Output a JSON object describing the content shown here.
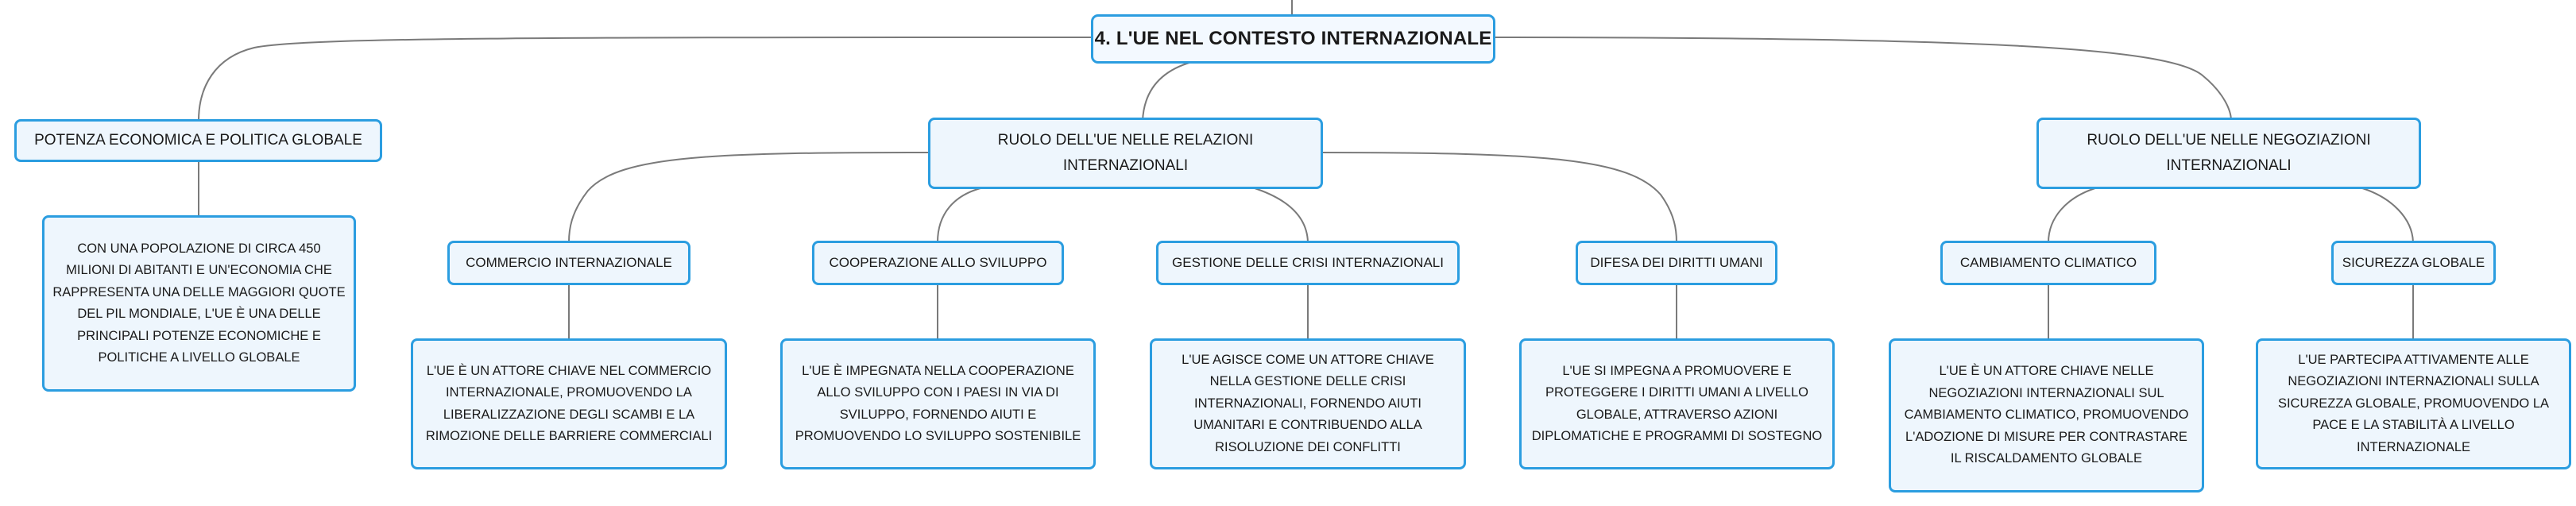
{
  "root": {
    "title": "4. L'UE NEL CONTESTO INTERNAZIONALE"
  },
  "branches": [
    {
      "title": "POTENZA ECONOMICA E POLITICA GLOBALE",
      "description": "CON UNA POPOLAZIONE DI CIRCA 450 MILIONI DI ABITANTI E UN'ECONOMIA CHE RAPPRESENTA UNA DELLE MAGGIORI QUOTE DEL PIL MONDIALE, L'UE È UNA DELLE PRINCIPALI POTENZE ECONOMICHE E POLITICHE A LIVELLO GLOBALE"
    },
    {
      "title": "RUOLO DELL'UE NELLE RELAZIONI INTERNAZIONALI",
      "children": [
        {
          "title": "COMMERCIO INTERNAZIONALE",
          "description": "L'UE È UN ATTORE CHIAVE NEL COMMERCIO INTERNAZIONALE, PROMUOVENDO LA LIBERALIZZAZIONE DEGLI SCAMBI E LA RIMOZIONE DELLE BARRIERE COMMERCIALI"
        },
        {
          "title": "COOPERAZIONE ALLO SVILUPPO",
          "description": "L'UE È IMPEGNATA NELLA COOPERAZIONE ALLO SVILUPPO CON I PAESI IN VIA DI SVILUPPO, FORNENDO AIUTI E PROMUOVENDO LO SVILUPPO SOSTENIBILE"
        },
        {
          "title": "GESTIONE DELLE CRISI INTERNAZIONALI",
          "description": "L'UE AGISCE COME UN ATTORE CHIAVE NELLA GESTIONE DELLE CRISI INTERNAZIONALI, FORNENDO AIUTI UMANITARI E CONTRIBUENDO ALLA RISOLUZIONE DEI CONFLITTI"
        },
        {
          "title": "DIFESA DEI DIRITTI UMANI",
          "description": "L'UE SI IMPEGNA A PROMUOVERE E PROTEGGERE I DIRITTI UMANI A LIVELLO GLOBALE, ATTRAVERSO AZIONI DIPLOMATICHE E PROGRAMMI DI SOSTEGNO"
        }
      ]
    },
    {
      "title": "RUOLO DELL'UE NELLE NEGOZIAZIONI INTERNAZIONALI",
      "children": [
        {
          "title": "CAMBIAMENTO CLIMATICO",
          "description": "L'UE È UN ATTORE CHIAVE NELLE NEGOZIAZIONI INTERNAZIONALI SUL CAMBIAMENTO CLIMATICO, PROMUOVENDO L'ADOZIONE DI MISURE PER CONTRASTARE IL RISCALDAMENTO GLOBALE"
        },
        {
          "title": "SICUREZZA GLOBALE",
          "description": "L'UE PARTECIPA ATTIVAMENTE ALLE NEGOZIAZIONI INTERNAZIONALI SULLA SICUREZZA GLOBALE, PROMUOVENDO LA PACE E LA STABILITÀ A LIVELLO INTERNAZIONALE"
        }
      ]
    }
  ]
}
